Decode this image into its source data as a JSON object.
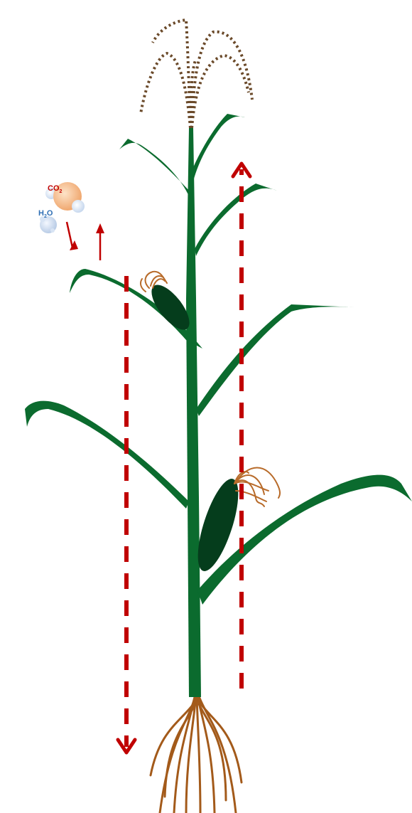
{
  "molecules": {
    "co2": {
      "label": "CO",
      "subscript": "2",
      "color": "#c00000"
    },
    "h2o": {
      "label_left": "H",
      "subscript": "2",
      "label_right": "O",
      "color": "#2f6fb5"
    }
  },
  "colors": {
    "stem": "#0b6b2e",
    "ear": "#053d1c",
    "tassel": "#6b4a2a",
    "silk": "#b86b2a",
    "roots": "#a35a1a",
    "arrows": "#c00000"
  },
  "flows": {
    "downward_dashed_arrow": "down",
    "upward_dashed_arrow": "up",
    "co2_arrow": "down",
    "h2o_arrow": "up"
  }
}
